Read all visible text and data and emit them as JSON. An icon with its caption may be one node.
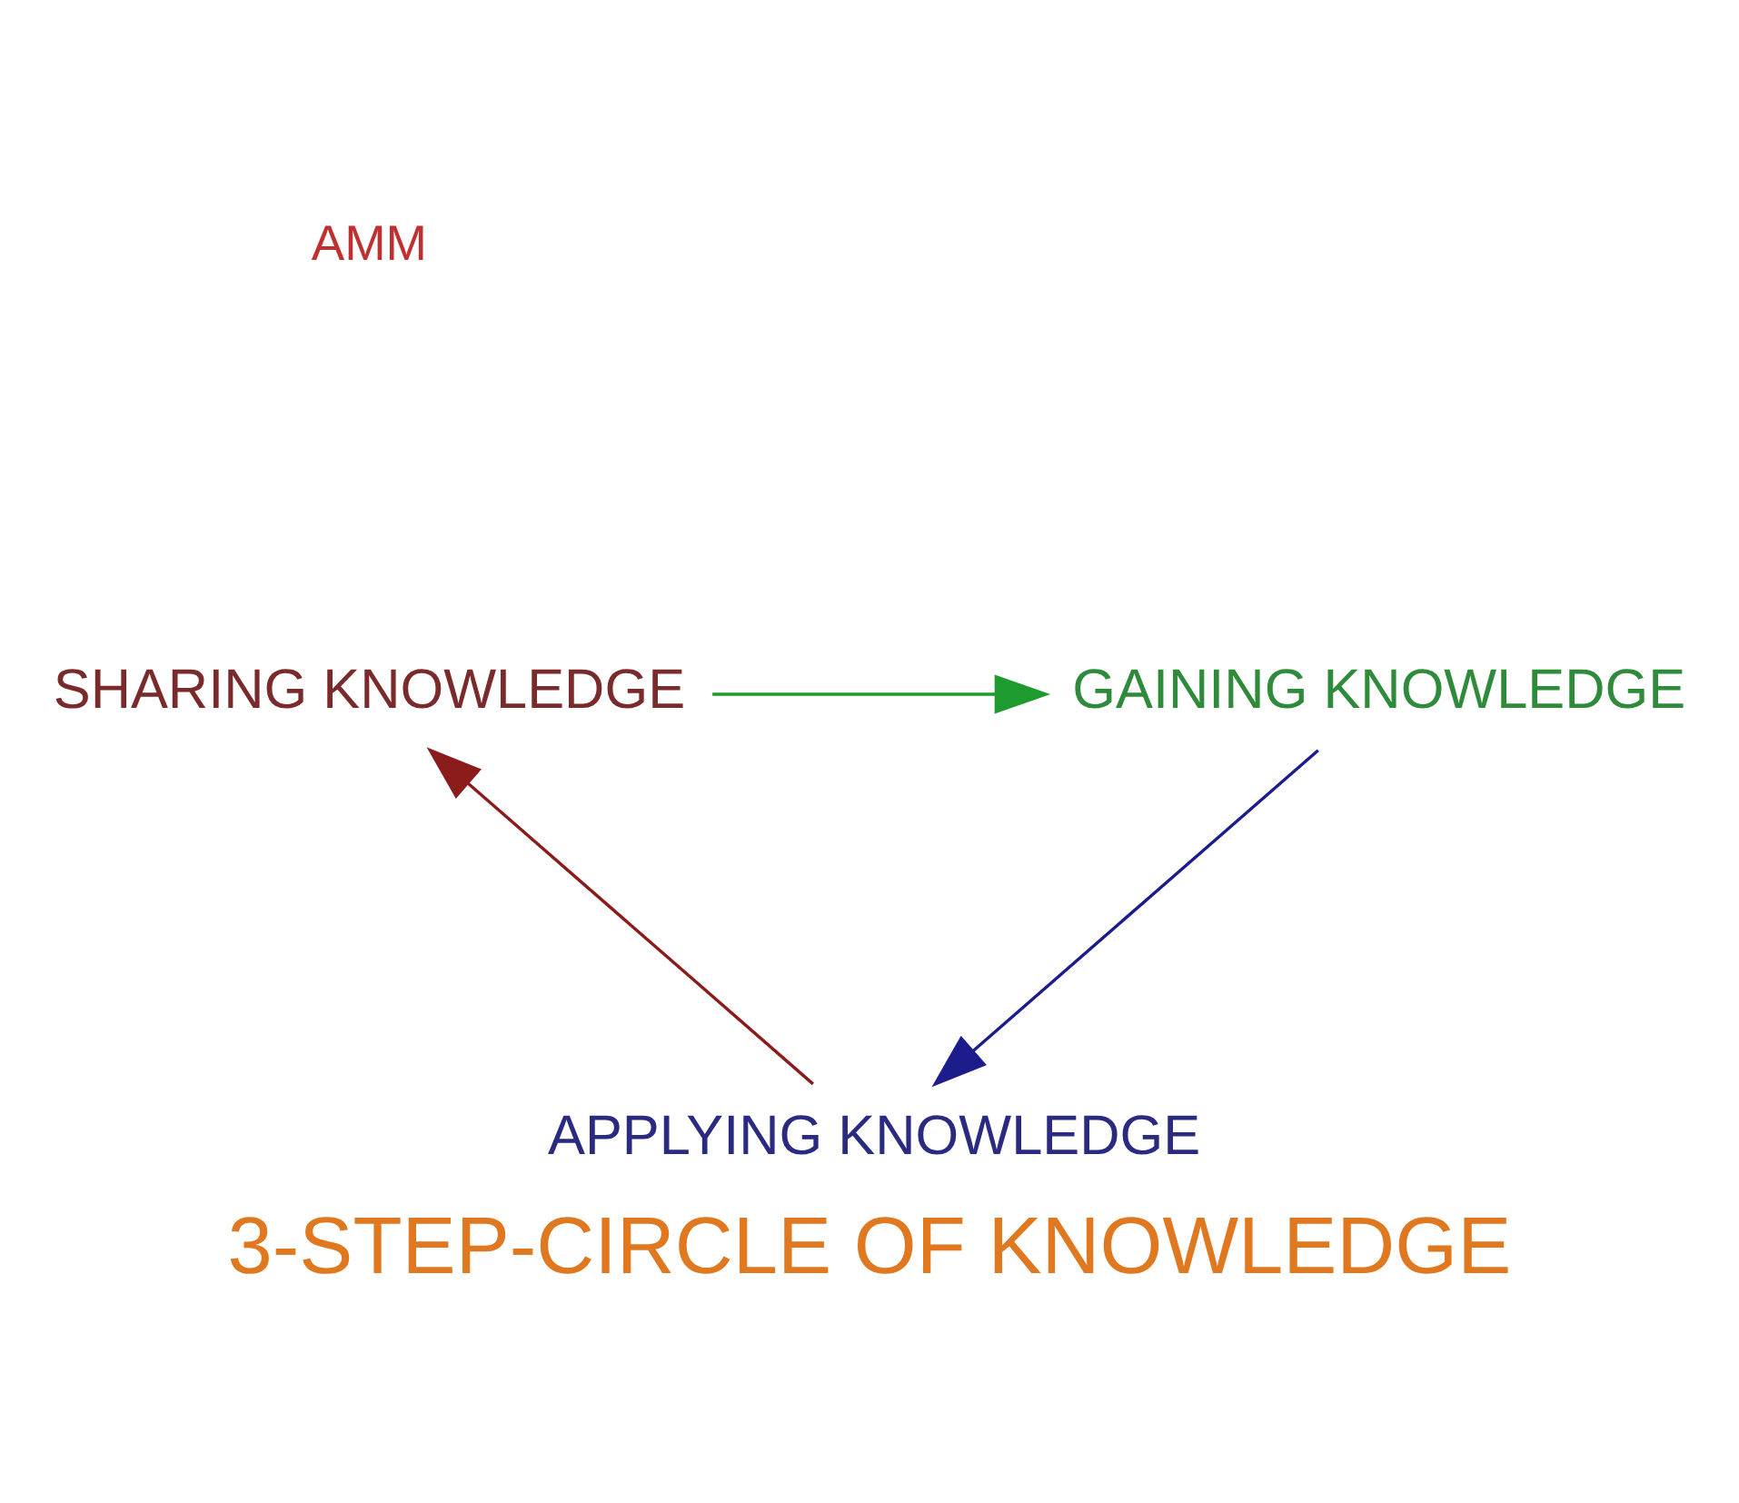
{
  "diagram": {
    "title": "3-STEP-CIRCLE OF KNOWLEDGE",
    "nodes": [
      {
        "text": [
          "SHARING KNOWLEDGE"
        ]
      },
      {
        "text": [
          "GAINING KNOWLEDGE"
        ]
      },
      {
        "text": [
          "APPLYING KNOWLEDGE"
        ]
      }
    ],
    "edges": [
      {
        "from": 0,
        "to": 1,
        "arrow": "to",
        "color": "#1e9a2e"
      },
      {
        "from": 1,
        "to": 2,
        "arrow": "to",
        "color": "#1c1c8c"
      },
      {
        "from": 2,
        "to": 0,
        "arrow": "to",
        "color": "#8c1c1c"
      }
    ],
    "labels": [
      "AMM"
    ]
  }
}
